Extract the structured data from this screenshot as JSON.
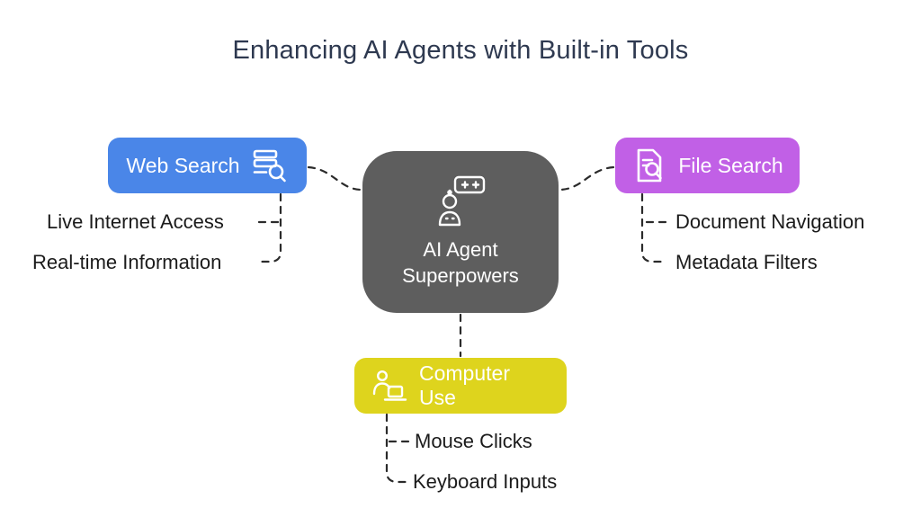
{
  "title": "Enhancing AI Agents with Built-in Tools",
  "center": {
    "label_line1": "AI Agent",
    "label_line2": "Superpowers",
    "color": "#5e5e5e",
    "icon": "robot-icon"
  },
  "nodes": {
    "web_search": {
      "label": "Web Search",
      "color": "#4a86e8",
      "icon": "server-search-icon",
      "items": [
        "Live Internet Access",
        "Real-time Information"
      ]
    },
    "file_search": {
      "label": "File Search",
      "color": "#c160e6",
      "icon": "document-search-icon",
      "items": [
        "Document Navigation",
        "Metadata Filters"
      ]
    },
    "computer_use": {
      "label": "Computer Use",
      "color": "#ded41d",
      "icon": "person-laptop-icon",
      "items": [
        "Mouse Clicks",
        "Keyboard Inputs"
      ]
    }
  }
}
